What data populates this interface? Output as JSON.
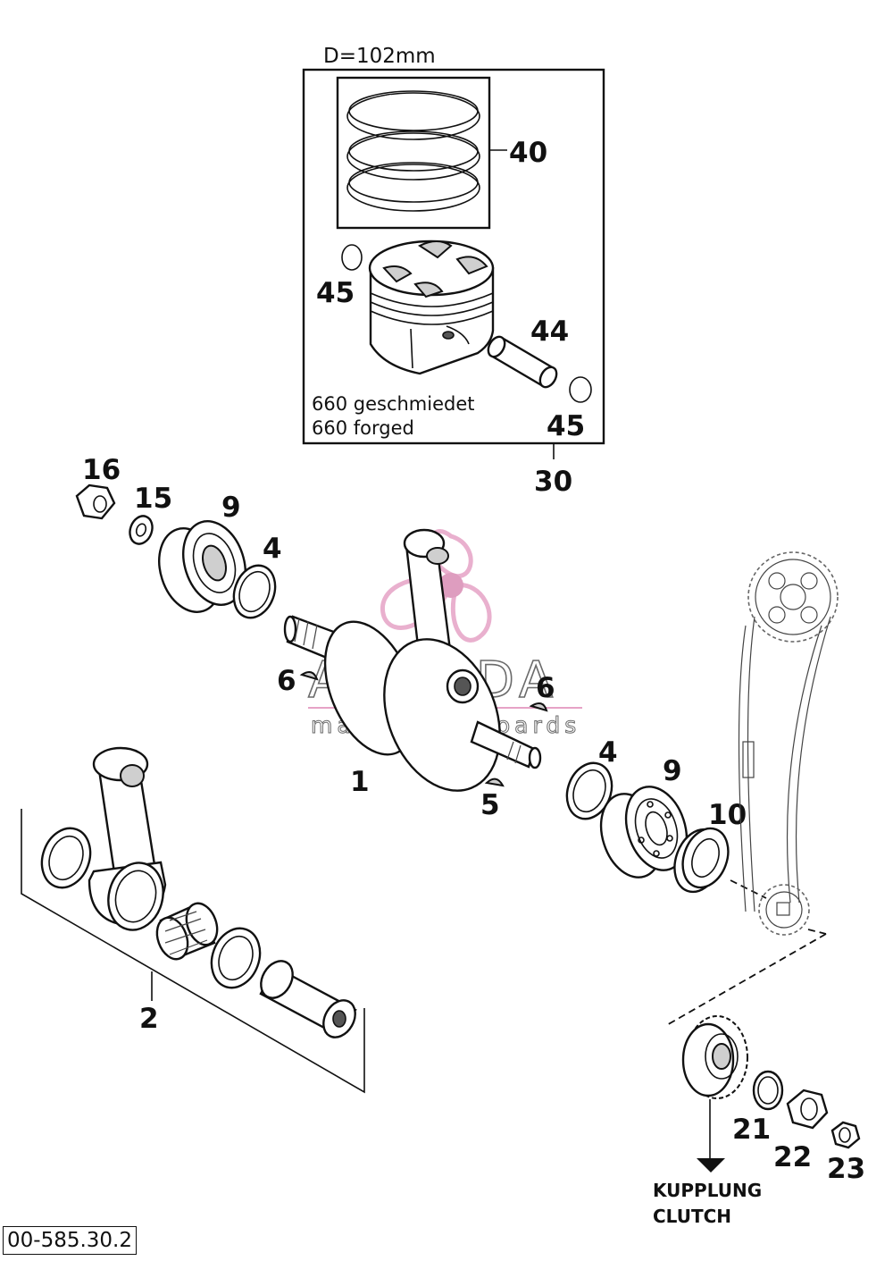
{
  "diagram": {
    "piston_box": {
      "diameter": "D=102mm",
      "note_line1": "660 geschmiedet",
      "note_line2": "660 forged"
    },
    "callouts": {
      "piston_rings": "40",
      "circlip_left": "45",
      "piston_pin": "44",
      "circlip_right": "45",
      "piston_assembly": "30",
      "nut": "16",
      "washer": "15",
      "bearing_left": "9",
      "shim_left": "4",
      "woodruff_key_left": "6",
      "woodruff_key_right": "6",
      "crankshaft": "1",
      "woodruff_key_5": "5",
      "shim_right": "4",
      "bearing_right": "9",
      "oil_seal": "10",
      "conrod_set": "2",
      "retaining_ring": "21",
      "gear_nut": "22",
      "collar_nut": "23"
    },
    "clutch": {
      "line1": "KUPPLUNG",
      "line2": "CLUTCH"
    },
    "watermark": {
      "brand": "ARMADA",
      "tagline": "marine outboards"
    },
    "drawing_code": "00-585.30.2"
  }
}
